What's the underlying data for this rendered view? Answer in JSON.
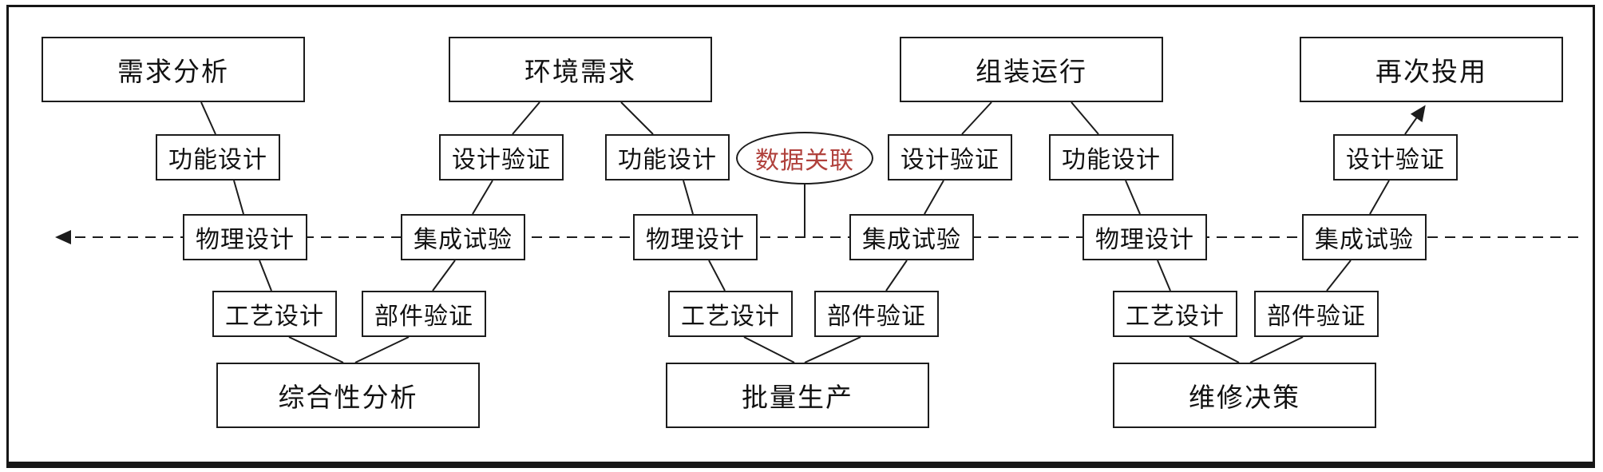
{
  "diagram": {
    "top_phases": [
      "需求分析",
      "环境需求",
      "组装运行",
      "再次投用"
    ],
    "bottom_phases": [
      "综合性分析",
      "批量生产",
      "维修决策"
    ],
    "steps": {
      "functional_design": "功能设计",
      "physical_design": "物理设计",
      "process_design": "工艺设计",
      "component_verification": "部件验证",
      "integration_test": "集成试验",
      "design_verification": "设计验证"
    },
    "annotation": {
      "label": "数据关联"
    },
    "axis": {
      "style": "dashed",
      "arrow_direction": "left"
    },
    "colors": {
      "ink": "#1c1c1c",
      "annotation_text": "#b0413c",
      "background": "#ffffff"
    }
  }
}
